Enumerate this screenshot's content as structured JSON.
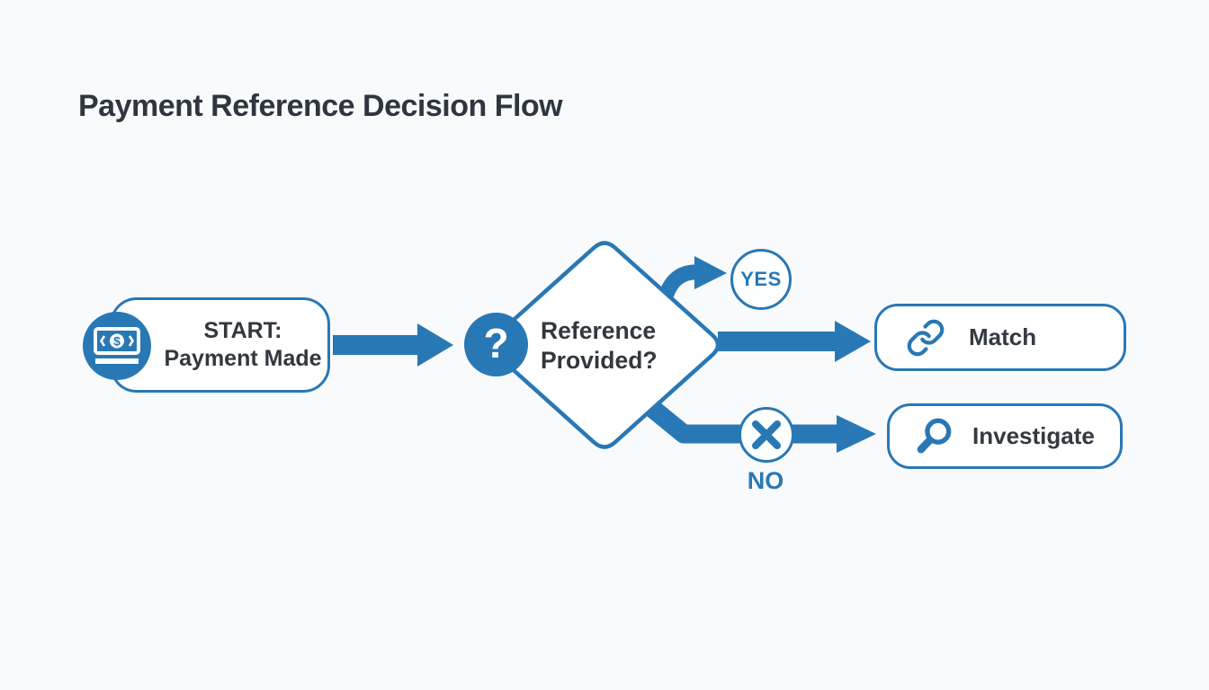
{
  "title": "Payment Reference Decision Flow",
  "flow": {
    "start": {
      "line1": "START:",
      "line2": "Payment Made"
    },
    "decision": {
      "badge": "?",
      "line1": "Reference",
      "line2": "Provided?"
    },
    "yes_branch": {
      "label": "YES",
      "result": "Match"
    },
    "no_branch": {
      "label": "NO",
      "result": "Investigate"
    },
    "currency_symbol": "$"
  },
  "icons": {
    "start": "banknote-icon",
    "decision": "question-icon",
    "yes_result": "link-icon",
    "no_result": "magnifier-icon"
  },
  "colors": {
    "accent_blue": "#2878b5",
    "text_dark": "#333a41",
    "node_background": "#ffffff",
    "page_background": "#f9fafb"
  }
}
